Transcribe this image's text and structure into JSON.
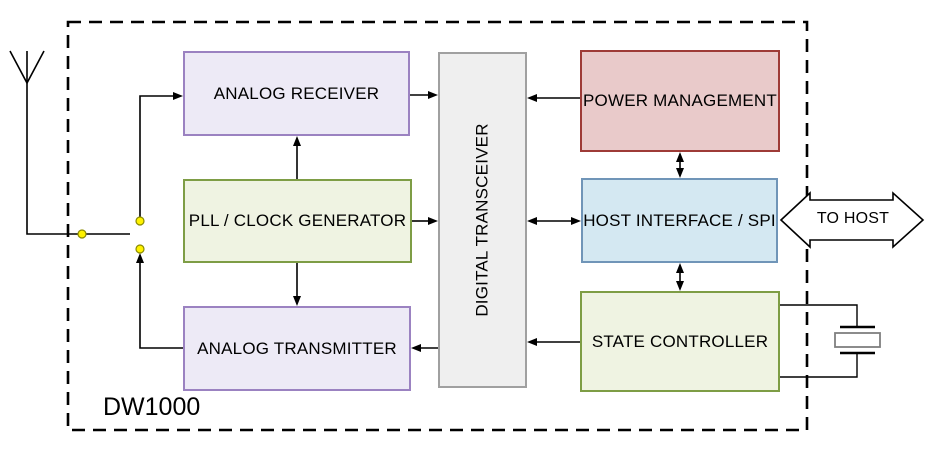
{
  "diagram": {
    "chip_label": "DW1000",
    "background_color": "#ffffff",
    "line_color": "#000000"
  },
  "blocks": {
    "analog_receiver": {
      "label": "ANALOG RECEIVER",
      "fill": "#edeaf6",
      "border": "#9b82c1"
    },
    "pll_clock_generator": {
      "label": "PLL / CLOCK GENERATOR",
      "fill": "#eff3e2",
      "border": "#7e9d45"
    },
    "analog_transmitter": {
      "label": "ANALOG TRANSMITTER",
      "fill": "#edeaf6",
      "border": "#9b82c1"
    },
    "digital_transceiver": {
      "label": "DIGITAL TRANSCEIVER",
      "fill": "#efefef",
      "border": "#a0a0a0",
      "text_orientation": "vertical"
    },
    "power_management": {
      "label": "POWER MANAGEMENT",
      "fill": "#e9caca",
      "border": "#9e3b37"
    },
    "host_interface_spi": {
      "label": "HOST INTERFACE / SPI",
      "fill": "#d4e8f2",
      "border": "#7095b8"
    },
    "state_controller": {
      "label": "STATE CONTROLLER",
      "fill": "#edf2df",
      "border": "#7e9d45"
    }
  },
  "annotations": {
    "to_host_label": "TO HOST"
  },
  "icons": {
    "antenna": "antenna-icon",
    "rf_switch_nodes": "yellow circle contacts",
    "crystal": "crystal-oscillator-icon",
    "switch_node_color": "#fff200"
  },
  "connections": [
    {
      "from": "antenna-switch",
      "to": "analog_receiver",
      "type": "arrow"
    },
    {
      "from": "analog_receiver",
      "to": "digital_transceiver",
      "type": "arrow"
    },
    {
      "from": "pll_clock_generator",
      "to": "analog_receiver",
      "type": "arrow"
    },
    {
      "from": "pll_clock_generator",
      "to": "digital_transceiver",
      "type": "arrow"
    },
    {
      "from": "pll_clock_generator",
      "to": "analog_transmitter",
      "type": "arrow"
    },
    {
      "from": "digital_transceiver",
      "to": "analog_transmitter",
      "type": "arrow"
    },
    {
      "from": "analog_transmitter",
      "to": "antenna-switch",
      "type": "arrow"
    },
    {
      "from": "power_management",
      "to": "digital_transceiver",
      "type": "arrow"
    },
    {
      "from": "power_management",
      "to": "host_interface_spi",
      "type": "double-arrow"
    },
    {
      "from": "digital_transceiver",
      "to": "host_interface_spi",
      "type": "double-arrow"
    },
    {
      "from": "host_interface_spi",
      "to": "state_controller",
      "type": "double-arrow"
    },
    {
      "from": "state_controller",
      "to": "digital_transceiver",
      "type": "arrow"
    },
    {
      "from": "state_controller",
      "to": "crystal",
      "type": "wire-pair"
    },
    {
      "from": "host_interface_spi",
      "to": "host",
      "type": "block-double-arrow"
    }
  ]
}
